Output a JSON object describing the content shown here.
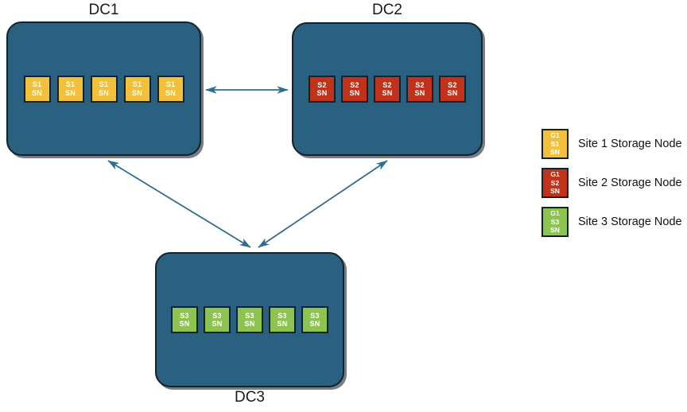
{
  "diagram": {
    "title_text_color": "#1a1a1a",
    "background": "#ffffff",
    "container_fill": "#2a6181",
    "container_stroke": "#10232e",
    "connector_color": "#2e6e92",
    "datacenters": [
      {
        "id": "dc1",
        "label": "DC1",
        "label_position": "top",
        "node_color": "#f2c03c",
        "nodes": [
          {
            "line1": "S1",
            "line2": "SN"
          },
          {
            "line1": "S1",
            "line2": "SN"
          },
          {
            "line1": "S1",
            "line2": "SN"
          },
          {
            "line1": "S1",
            "line2": "SN"
          },
          {
            "line1": "S1",
            "line2": "SN"
          }
        ]
      },
      {
        "id": "dc2",
        "label": "DC2",
        "label_position": "top",
        "node_color": "#c0321a",
        "nodes": [
          {
            "line1": "S2",
            "line2": "SN"
          },
          {
            "line1": "S2",
            "line2": "SN"
          },
          {
            "line1": "S2",
            "line2": "SN"
          },
          {
            "line1": "S2",
            "line2": "SN"
          },
          {
            "line1": "S2",
            "line2": "SN"
          }
        ]
      },
      {
        "id": "dc3",
        "label": "DC3",
        "label_position": "bottom",
        "node_color": "#8dc44f",
        "nodes": [
          {
            "line1": "S3",
            "line2": "SN"
          },
          {
            "line1": "S3",
            "line2": "SN"
          },
          {
            "line1": "S3",
            "line2": "SN"
          },
          {
            "line1": "S3",
            "line2": "SN"
          },
          {
            "line1": "S3",
            "line2": "SN"
          }
        ]
      }
    ],
    "connections": [
      {
        "from": "DC1",
        "to": "DC2",
        "type": "bidirectional"
      },
      {
        "from": "DC1",
        "to": "DC3",
        "type": "bidirectional"
      },
      {
        "from": "DC2",
        "to": "DC3",
        "type": "bidirectional"
      }
    ]
  },
  "legend": {
    "items": [
      {
        "swatch_color": "#f2c03c",
        "swatch_line1": "G1",
        "swatch_line2": "S1",
        "swatch_line3": "SN",
        "label": "Site 1 Storage Node"
      },
      {
        "swatch_color": "#c0321a",
        "swatch_line1": "G1",
        "swatch_line2": "S2",
        "swatch_line3": "SN",
        "label": "Site 2 Storage Node"
      },
      {
        "swatch_color": "#8dc44f",
        "swatch_line1": "G1",
        "swatch_line2": "S3",
        "swatch_line3": "SN",
        "label": "Site 3 Storage Node"
      }
    ]
  }
}
